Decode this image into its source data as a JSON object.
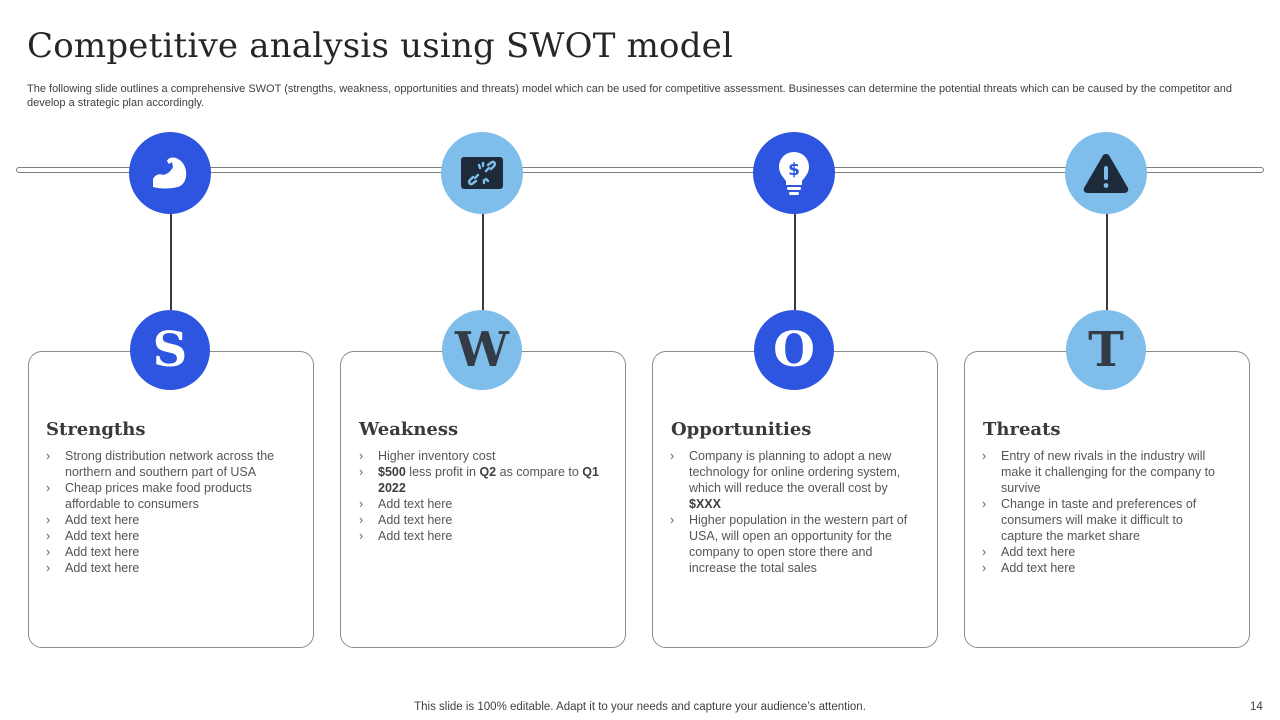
{
  "title": "Competitive analysis using SWOT model",
  "subtitle": "The following slide outlines a comprehensive SWOT (strengths, weakness, opportunities and threats) model which can be used for competitive assessment. Businesses can determine the potential threats which can be caused by the competitor and develop a strategic plan accordingly.",
  "colors": {
    "dark_blue": "#2e55e0",
    "light_blue": "#7fbdeb",
    "icon_dark": "#1d2a3a"
  },
  "cards": [
    {
      "icon": "flexed-arm-icon",
      "letter": "S",
      "heading": "Strengths",
      "bullets": [
        {
          "text": "Strong distribution network across the northern and southern part of USA"
        },
        {
          "text": "Cheap prices make food products affordable to consumers"
        },
        {
          "text": "Add text here"
        },
        {
          "text": "Add text here"
        },
        {
          "text": "Add text here"
        },
        {
          "text": "Add text here"
        }
      ]
    },
    {
      "icon": "broken-link-icon",
      "letter": "W",
      "heading": "Weakness",
      "bullets": [
        {
          "text": "Higher inventory cost"
        },
        {
          "parts": [
            [
              "b",
              "$500"
            ],
            [
              "t",
              " less profit in "
            ],
            [
              "b",
              "Q2"
            ],
            [
              "t",
              " as compare to "
            ],
            [
              "b",
              "Q1 2022"
            ]
          ]
        },
        {
          "text": "Add text here"
        },
        {
          "text": "Add text here"
        },
        {
          "text": "Add text here"
        }
      ]
    },
    {
      "icon": "lightbulb-dollar-icon",
      "letter": "O",
      "heading": "Opportunities",
      "bullets": [
        {
          "parts": [
            [
              "t",
              "Company is planning to adopt a new technology for online ordering system, which will reduce the overall cost by "
            ],
            [
              "b",
              "$XXX"
            ]
          ]
        },
        {
          "text": "Higher population in the western part of USA, will open an opportunity for the company to open store there and increase the total sales"
        }
      ]
    },
    {
      "icon": "warning-triangle-icon",
      "letter": "T",
      "heading": "Threats",
      "bullets": [
        {
          "text": "Entry of new rivals in the industry will make it challenging for the company to survive"
        },
        {
          "text": "Change in taste and preferences of consumers will make it difficult to capture the market share"
        },
        {
          "text": "Add text here"
        },
        {
          "text": "Add text here"
        }
      ]
    }
  ],
  "footer": "This slide is 100% editable. Adapt it to your needs and capture your audience’s attention.",
  "page_number": "14"
}
